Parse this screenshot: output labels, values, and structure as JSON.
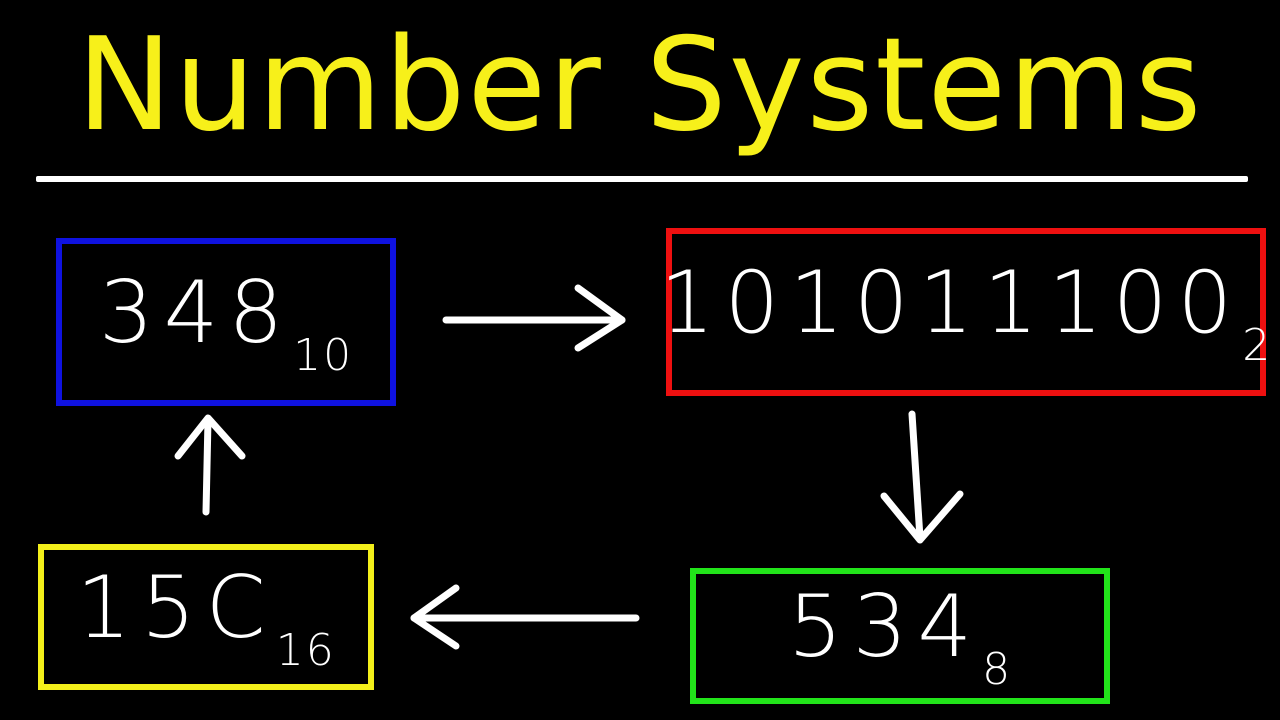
{
  "title": "Number Systems",
  "colors": {
    "background": "#000000",
    "title": "#f7f01a",
    "decimal_box": "#0f12e0",
    "binary_box": "#ee1010",
    "octal_box": "#22e41a",
    "hex_box": "#f3ef1a"
  },
  "boxes": {
    "decimal": {
      "value": "348",
      "base": "10"
    },
    "binary": {
      "value": "101011100",
      "base": "2"
    },
    "octal": {
      "value": "534",
      "base": "8"
    },
    "hex": {
      "value": "15C",
      "base": "16"
    }
  },
  "arrows": [
    {
      "from": "decimal",
      "to": "binary",
      "direction": "right"
    },
    {
      "from": "binary",
      "to": "octal",
      "direction": "down"
    },
    {
      "from": "octal",
      "to": "hex",
      "direction": "left"
    },
    {
      "from": "hex",
      "to": "decimal",
      "direction": "up"
    }
  ]
}
